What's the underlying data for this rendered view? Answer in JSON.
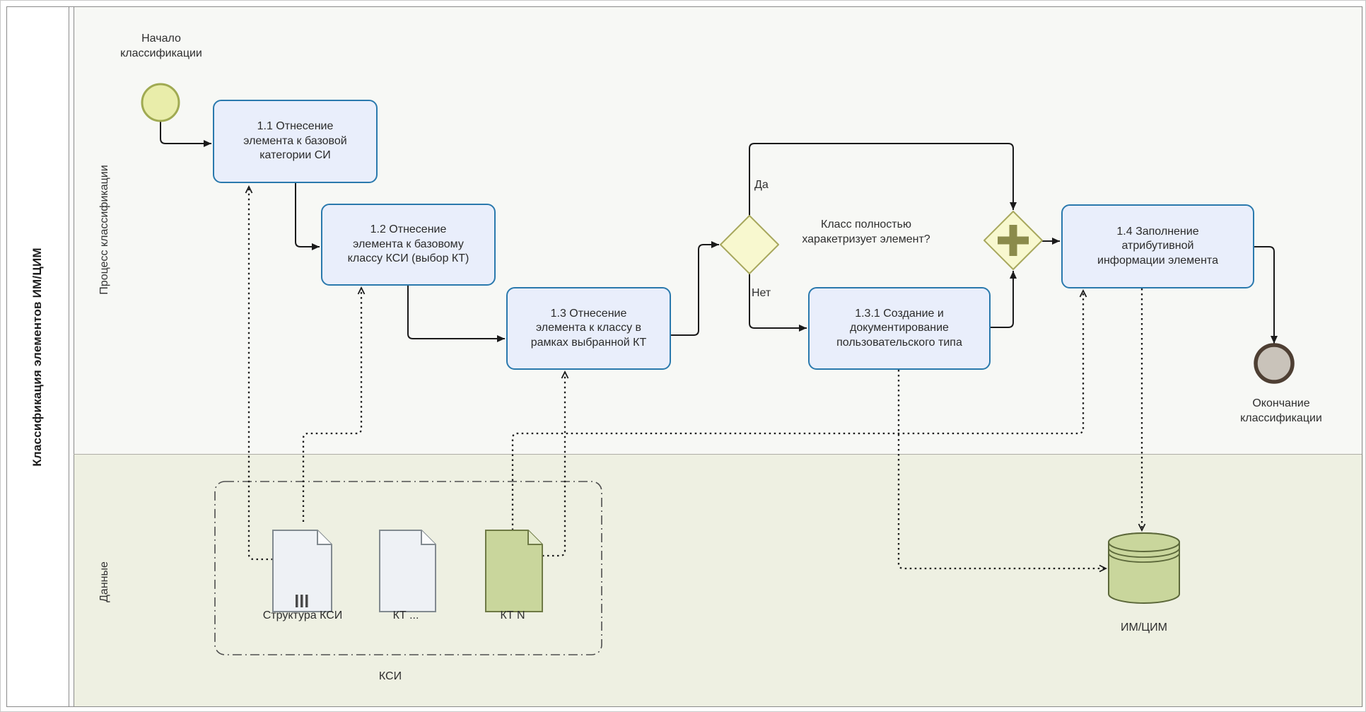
{
  "pool": {
    "title": "Классификация элементов ИМ/ЦИМ"
  },
  "lanes": {
    "process": "Процесс классификации",
    "data": "Данные"
  },
  "events": {
    "start": "Начало\nклассификации",
    "end": "Окончание\nклассификации"
  },
  "tasks": {
    "t11": "1.1 Отнесение\nэлемента к базовой\nкатегории СИ",
    "t12": "1.2 Отнесение\nэлемента к базовому\nклассу КСИ (выбор КТ)",
    "t13": "1.3 Отнесение\nэлемента к классу в\nрамках выбранной КТ",
    "t131": "1.3.1 Создание и\nдокументирование\nпользовательского типа",
    "t14": "1.4 Заполнение\nатрибутивной\nинформации элемента"
  },
  "gateway": {
    "question": "Класс полностью\nхаракетризует элемент?",
    "yes_label": "Да",
    "no_label": "Нет"
  },
  "data_objects": {
    "doc1": "Структура КСИ",
    "doc2": "КТ ...",
    "doc3": "КТ N",
    "group": "КСИ",
    "datastore": "ИМ/ЦИМ"
  },
  "colors": {
    "task_fill": "#e9eefb",
    "task_border": "#2a79ad",
    "gateway_fill": "#f8f8cf",
    "gateway_border": "#a8a85e",
    "plus_marker": "#8b8b4b",
    "start_fill": "#e9edaa",
    "start_border": "#a0aa52",
    "end_fill": "#c9c3ba",
    "end_border": "#4e3f33",
    "green_fill": "#c9d69c",
    "green_border": "#6e7a45",
    "doc_fill": "#eef1f5",
    "doc_border": "#828a90",
    "lane_top_bg": "#f7f8f5",
    "lane_bottom_bg": "#eef0e2",
    "flow_color": "#1a1a1a"
  }
}
